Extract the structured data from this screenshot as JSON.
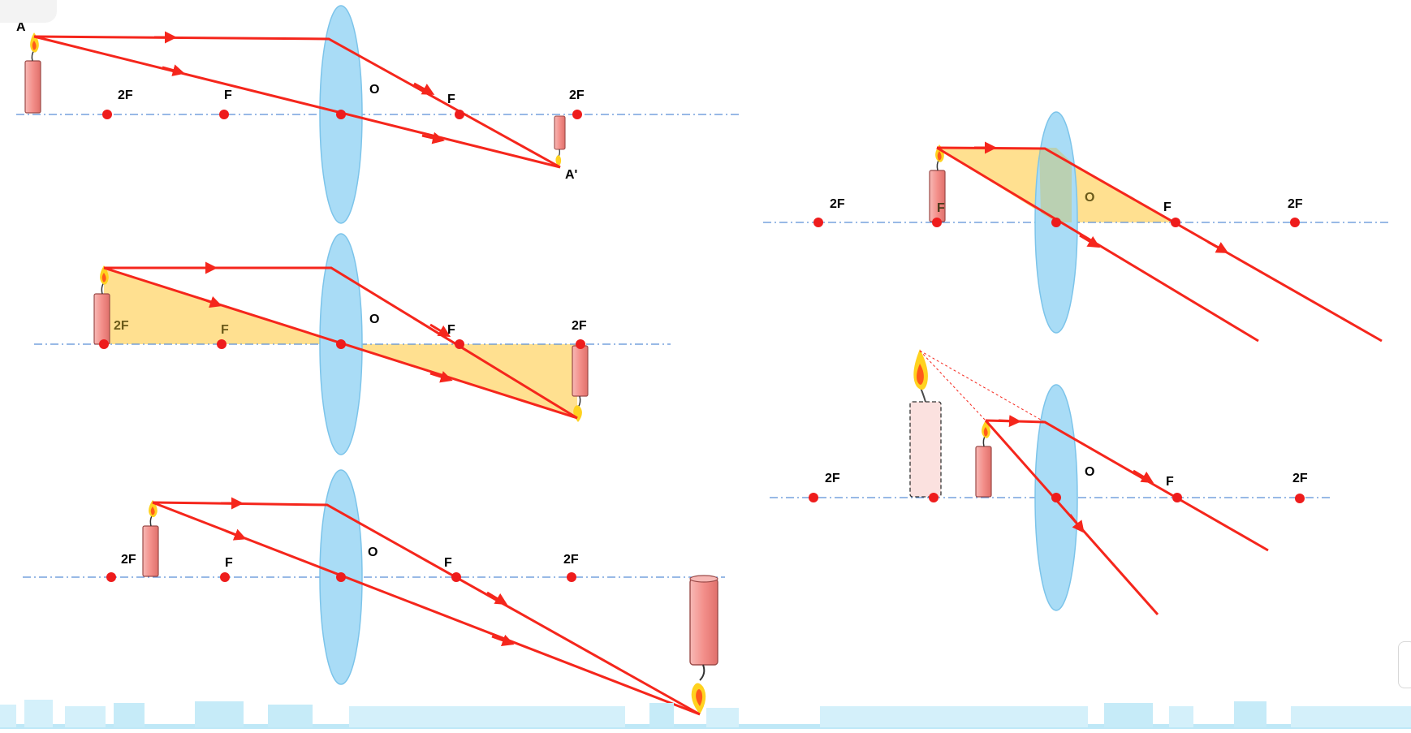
{
  "labels": {
    "two_f": "2F",
    "f": "F",
    "o": "O",
    "a": "A",
    "a_prime": "A'"
  },
  "colors": {
    "ray": "#f5261c",
    "lens_fill": "#a9dcf6",
    "lens_stroke": "#7cc4ea",
    "axis": "#5b8fd6",
    "point": "#ee1c1c",
    "shade": "#ffd56b",
    "candle": "#f4a3a0",
    "candle_stroke": "#9b4a48",
    "flame_outer": "#ffd21f",
    "flame_inner": "#ff5a1a",
    "bottom_strip": "#bfe8f7"
  },
  "icons": {
    "corner_button": "follow-icon",
    "side_handle": "panel-handle-icon"
  }
}
